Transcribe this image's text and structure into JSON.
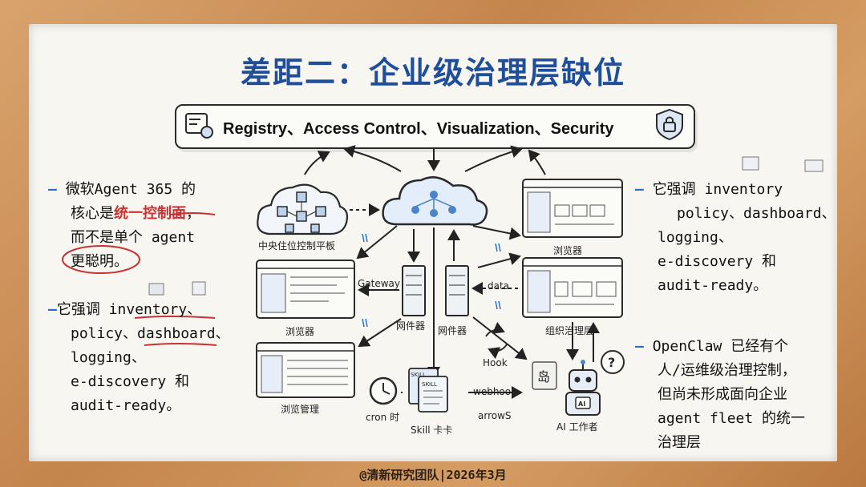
{
  "title": "差距二：企业级治理层缺位",
  "top_banner": "Registry、Access Control、Visualization、Security",
  "left_note_1": {
    "line1": "微软Agent 365 的",
    "line2_pre": "核心是",
    "line2_red": "统一控制面",
    "line2_post": "，",
    "line3": "而不是单个 agent",
    "line4": "更聪明。"
  },
  "left_note_2": {
    "line1": "它强调 inventory、",
    "line2": "policy、dashboard、",
    "line3": "logging、",
    "line4": "e-discovery 和",
    "line5": "audit-ready。"
  },
  "right_note_1": {
    "line1": "它强调 inventory",
    "line2": "policy、dashboard、",
    "line3": "logging、",
    "line4": "e-discovery 和",
    "line5": "audit-ready。"
  },
  "right_note_2": {
    "line1": "OpenClaw 已经有个",
    "line2": "人/运维级治理控制，",
    "line3": "但尚未形成面向企业",
    "line4": "agent fleet 的统一",
    "line5": "治理层"
  },
  "diagram_labels": {
    "hub": "中央住位控制平板",
    "browser_left": "浏览器",
    "browser_manage": "浏览管理",
    "gateway": "Gateway",
    "server_1": "网件器",
    "server_2": "网件器",
    "data": "data",
    "browser_right": "浏览器",
    "org_gov": "组织治理层",
    "hook": "Hook",
    "cron": "cron 时",
    "skill": "Skill 卡卡",
    "webhook": "webhook",
    "arrows": "arrowS",
    "ai_worker": "AI 工作者",
    "skill_card_label": "SKILL",
    "ai_badge": "AI",
    "island_char": "岛"
  },
  "footer": "@清新研究团队|2026年3月",
  "colors": {
    "title": "#1f4e9a",
    "accent_blue": "#2a6fc4",
    "accent_red": "#c83232",
    "board": "#f7f6f1",
    "frame": "#c98f5a"
  }
}
